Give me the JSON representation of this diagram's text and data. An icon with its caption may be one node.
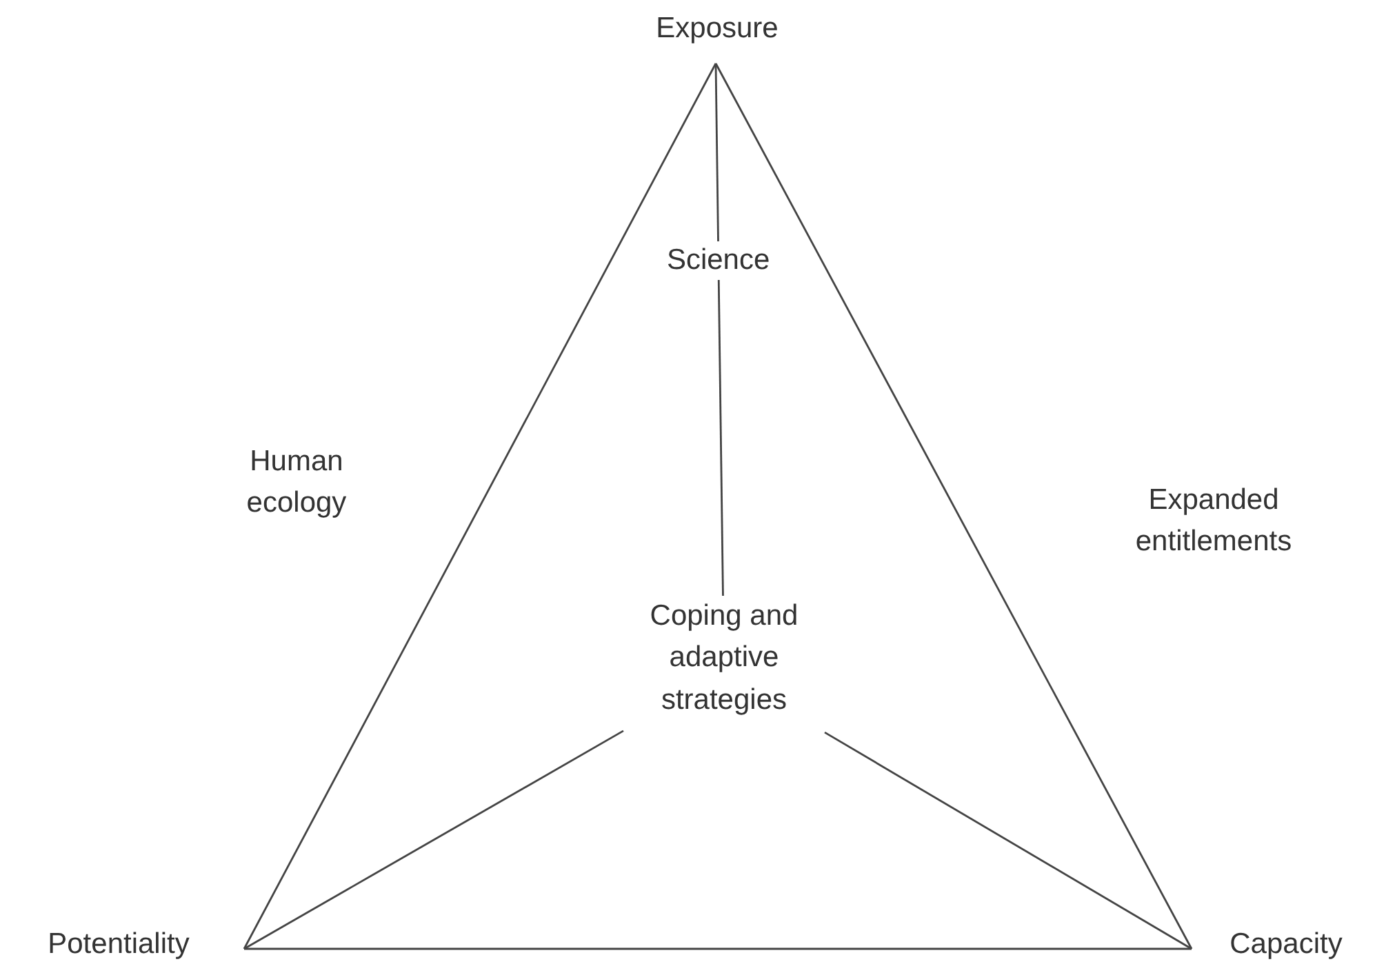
{
  "diagram": {
    "nodes": [
      {
        "text": [
          "Exposure"
        ]
      },
      {
        "text": [
          "Coping and adaptive strategies"
        ]
      },
      {
        "text": [
          "Potentiality"
        ]
      },
      {
        "text": [
          "Capacity"
        ]
      }
    ],
    "edges": [
      {
        "from": 0,
        "to": 2,
        "arrow": "none"
      },
      {
        "from": 0,
        "to": 3,
        "arrow": "none"
      },
      {
        "from": 2,
        "to": 3,
        "arrow": "none"
      },
      {
        "from": 0,
        "to": 1,
        "arrow": "none",
        "label": "Science"
      },
      {
        "from": 2,
        "to": 1,
        "arrow": "none"
      },
      {
        "from": 3,
        "to": 1,
        "arrow": "none"
      }
    ],
    "labels": [
      "Human ecology",
      "Expanded entitlements"
    ]
  }
}
